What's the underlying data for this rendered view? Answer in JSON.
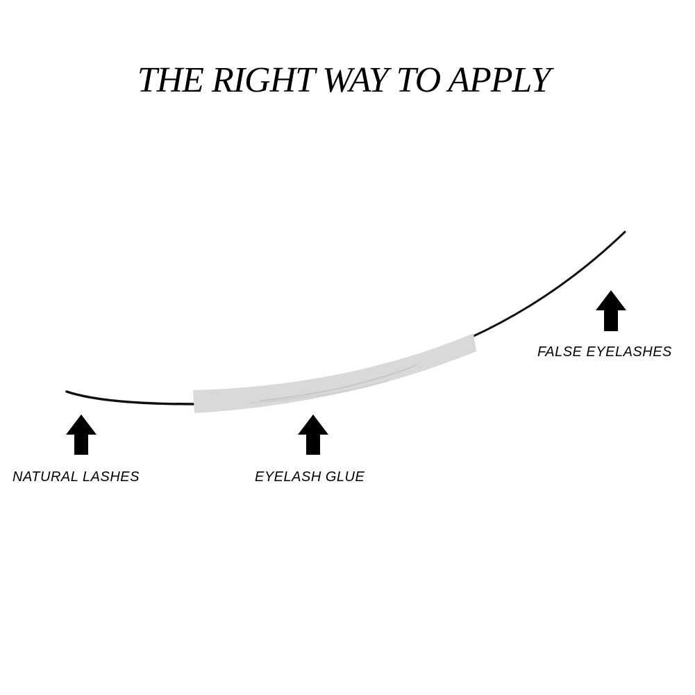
{
  "title": "THE RIGHT WAY TO APPLY",
  "labels": {
    "natural_lashes": "NATURAL LASHES",
    "eyelash_glue": "EYELASH GLUE",
    "false_eyelashes": "FALSE EYELASHES"
  },
  "colors": {
    "lash": "#111111",
    "glue": "#d9d9d9",
    "arrow": "#000000",
    "text": "#000000"
  }
}
